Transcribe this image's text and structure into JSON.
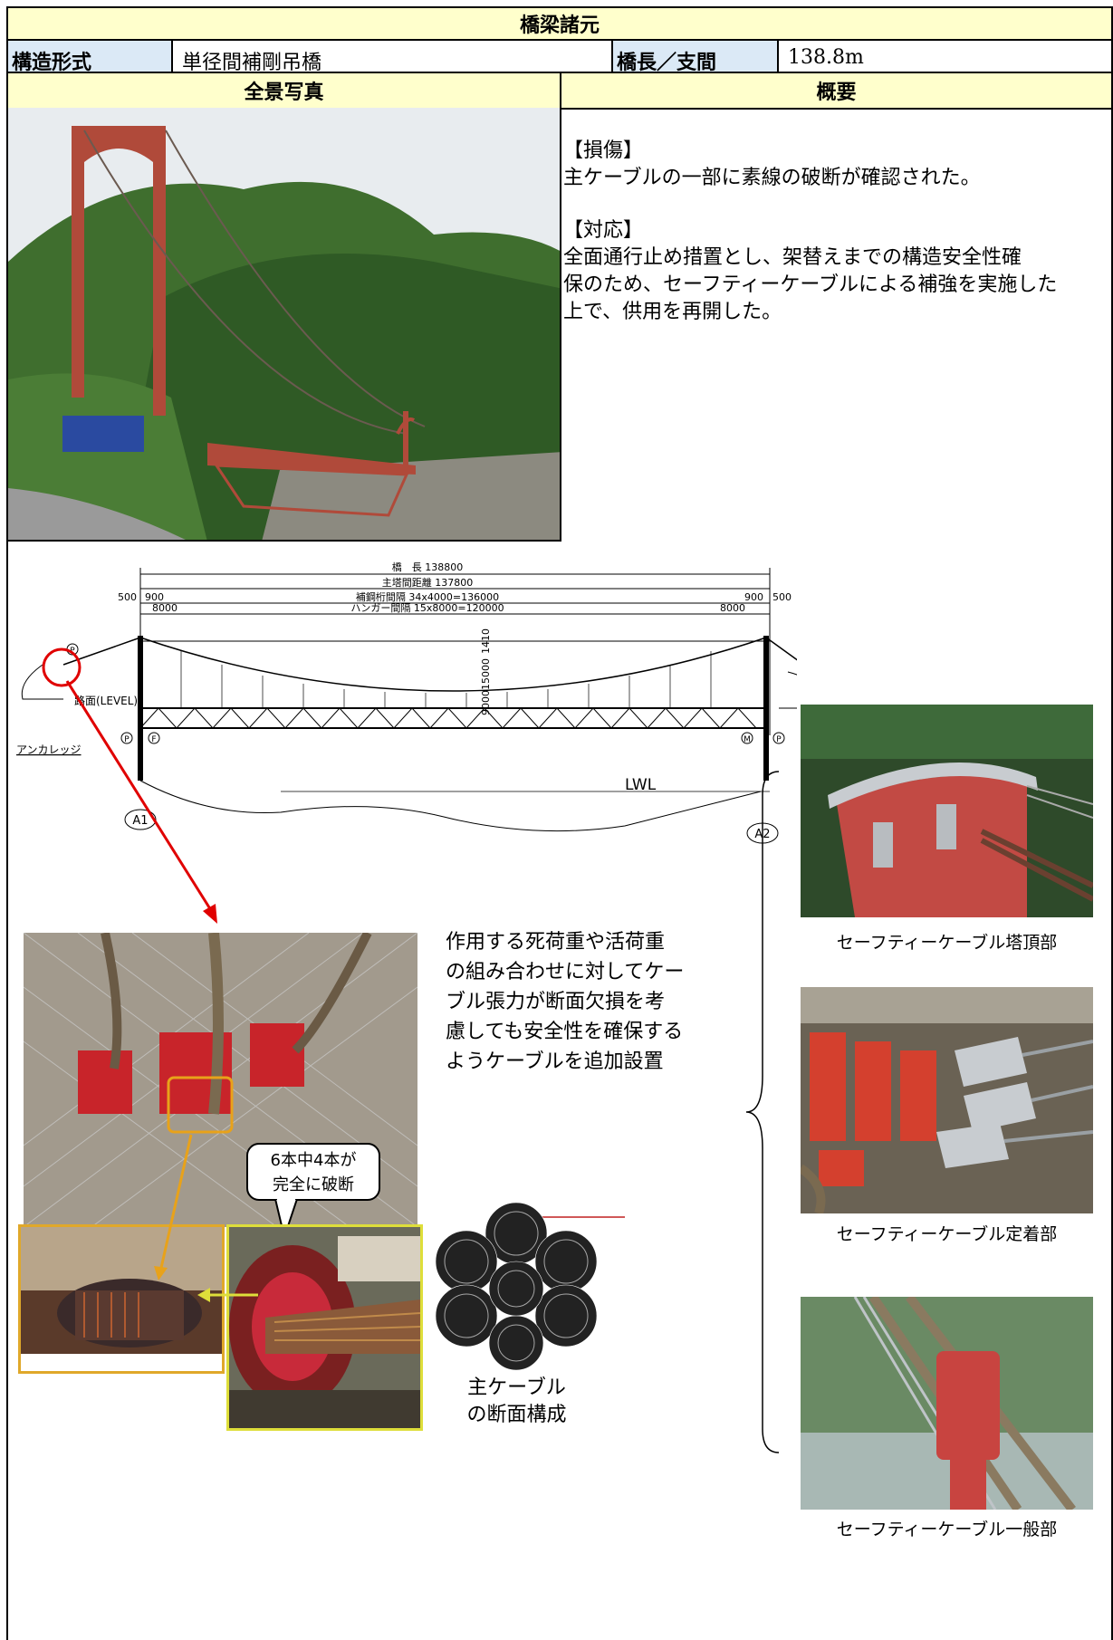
{
  "title": "橋梁諸元",
  "row": {
    "struct_label": "構造形式",
    "struct_value": "単径間補剛吊橋",
    "length_label": "橋長／支間",
    "length_value": "138.8m"
  },
  "sections": {
    "photo_header": "全景写真",
    "summary_header": "概要"
  },
  "summary": {
    "damage_heading": "【損傷】",
    "damage_text": "主ケーブルの一部に素線の破断が確認された。",
    "response_heading": "【対応】",
    "response_line1": "全面通行止め措置とし、架替えまでの構造安全性確",
    "response_line2": "保のため、セーフティーケーブルによる補強を実施した",
    "response_line3": "上で、供用を再開した。"
  },
  "diagram": {
    "bridge_length": "橋　長 138800",
    "tower_distance": "主塔間距離 137800",
    "girder_spacing": "補鋼桁間隔 34x4000=136000",
    "hanger_spacing": "ハンガー間隔 15x8000=120000",
    "dim_500_left": "500",
    "dim_900_left": "900",
    "dim_8000_left": "8000",
    "dim_8000_right": "8000",
    "dim_900_right": "900",
    "dim_500_right": "500",
    "sag": "15000",
    "sag2": "1410",
    "sag3": "9000",
    "road_level": "路面(LEVEL)",
    "anchorage": "アンカレッジ",
    "lwl": "LWL",
    "abutment_left": "A1",
    "abutment_right": "A2",
    "mark_p": "P",
    "mark_f": "F",
    "mark_m": "M"
  },
  "callout": {
    "broken_line1": "6本中4本が",
    "broken_line2": "完全に破断"
  },
  "note": {
    "line1": "作用する死荷重や活荷重",
    "line2": "の組み合わせに対してケー",
    "line3": "ブル張力が断面欠損を考",
    "line4": "慮しても安全性を確保する",
    "line5": "ようケーブルを追加設置"
  },
  "cable_section_caption": {
    "line1": "主ケーブル",
    "line2": "の断面構成"
  },
  "captions": {
    "tower_top": "セーフティーケーブル塔頂部",
    "anchor": "セーフティーケーブル定着部",
    "general": "セーフティーケーブル一般部"
  }
}
